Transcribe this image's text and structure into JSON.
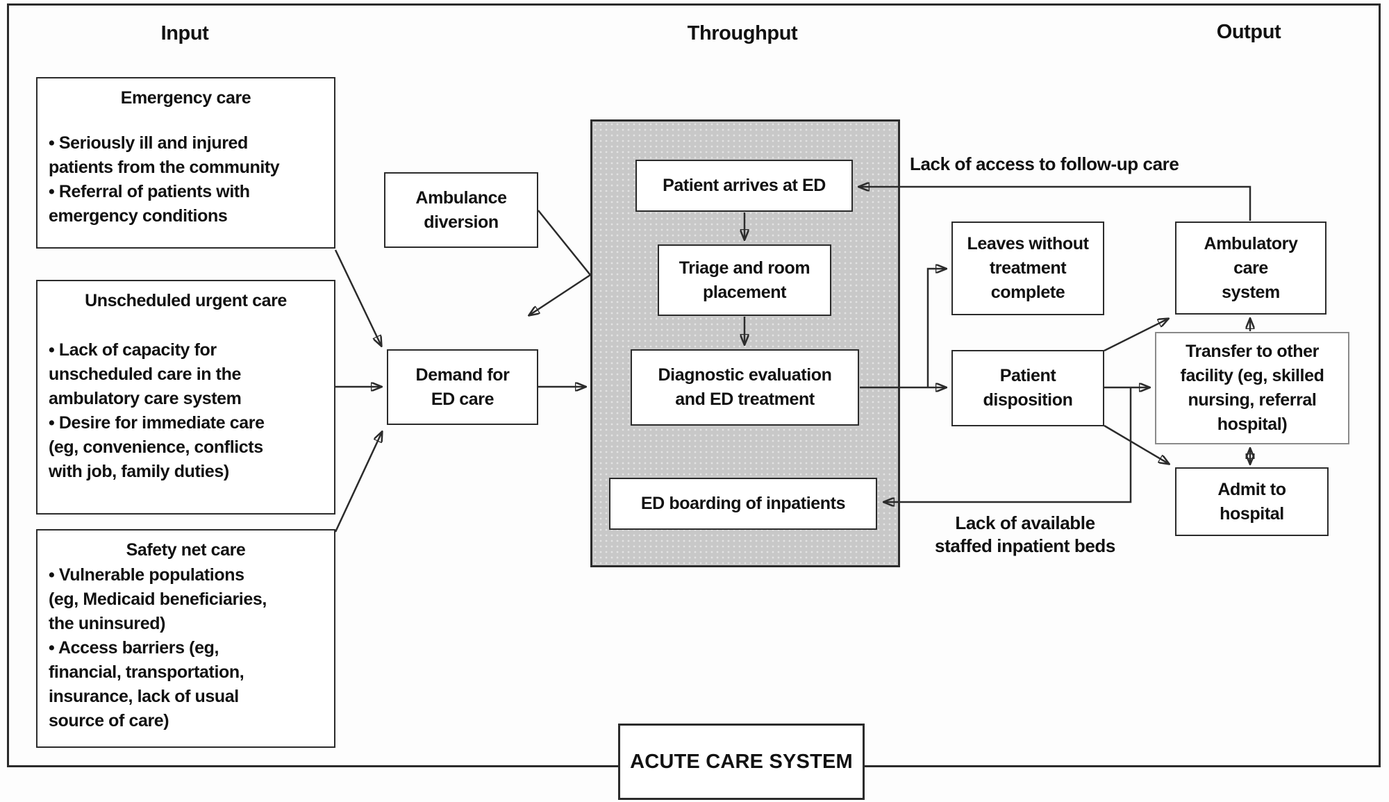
{
  "figure": {
    "headers": {
      "input": "Input",
      "throughput": "Throughput",
      "output": "Output"
    },
    "system_label": "ACUTE CARE SYSTEM",
    "input_boxes": [
      {
        "title": "Emergency care",
        "body_lines": [
          "• Seriously ill and injured",
          "patients from the community",
          "• Referral of patients with",
          "emergency conditions"
        ]
      },
      {
        "title": "Unscheduled urgent care",
        "body_lines": [
          "• Lack of capacity for",
          "unscheduled care in the",
          "ambulatory care system",
          "• Desire for immediate care",
          "(eg, convenience, conflicts",
          "with job, family duties)"
        ]
      },
      {
        "title": "Safety net care",
        "body_lines": [
          "• Vulnerable populations",
          "(eg, Medicaid beneficiaries,",
          "the uninsured)",
          "• Access barriers (eg,",
          "financial, transportation,",
          "insurance, lack of usual",
          "source of care)"
        ]
      }
    ],
    "boxes": {
      "ambulance_diversion": {
        "lines": [
          "Ambulance",
          "diversion"
        ]
      },
      "demand": {
        "lines": [
          "Demand for",
          "ED care"
        ]
      },
      "patient_arrives": {
        "lines": [
          "Patient arrives at ED"
        ]
      },
      "triage": {
        "lines": [
          "Triage and room",
          "placement"
        ]
      },
      "diagnostic": {
        "lines": [
          "Diagnostic evaluation",
          "and ED treatment"
        ]
      },
      "boarding": {
        "lines": [
          "ED boarding of inpatients"
        ]
      },
      "leaves": {
        "lines": [
          "Leaves without",
          "treatment",
          "complete"
        ]
      },
      "disposition": {
        "lines": [
          "Patient",
          "disposition"
        ]
      },
      "ambulatory": {
        "lines": [
          "Ambulatory",
          "care",
          "system"
        ]
      },
      "transfer": {
        "lines": [
          "Transfer to other",
          "facility (eg, skilled",
          "nursing, referral",
          "hospital)"
        ]
      },
      "admit": {
        "lines": [
          "Admit to",
          "hospital"
        ]
      }
    },
    "annotations": {
      "follow_up": "Lack of access to follow-up care",
      "beds": {
        "lines": [
          "Lack of available",
          "staffed inpatient beds"
        ]
      }
    },
    "colors": {
      "line": "#2b2b2b",
      "gray_fill": "#c8c8c8",
      "box_bg": "#ffffff"
    }
  }
}
